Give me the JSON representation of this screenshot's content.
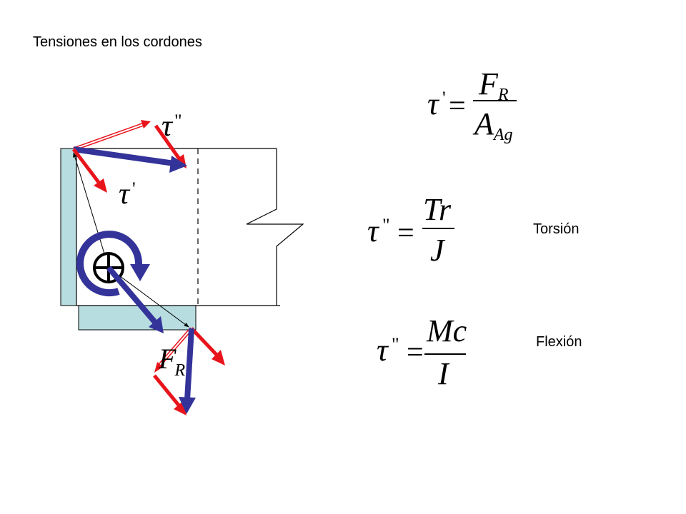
{
  "title": "Tensiones en los cordones",
  "labels": {
    "torsion": "Torsión",
    "flexion": "Flexión"
  },
  "symbols": {
    "tau": "τ",
    "prime": "'",
    "double_prime": "\"",
    "equals": "=",
    "F": "F",
    "R": "R",
    "A": "A",
    "Ag": "Ag",
    "Tr": "Tr",
    "J": "J",
    "Mc": "Mc",
    "I": "I"
  },
  "colors": {
    "weld": "#b7dde0",
    "red_arrow": "#e8141b",
    "blue_arrow": "#33339a",
    "outline": "#000000"
  }
}
